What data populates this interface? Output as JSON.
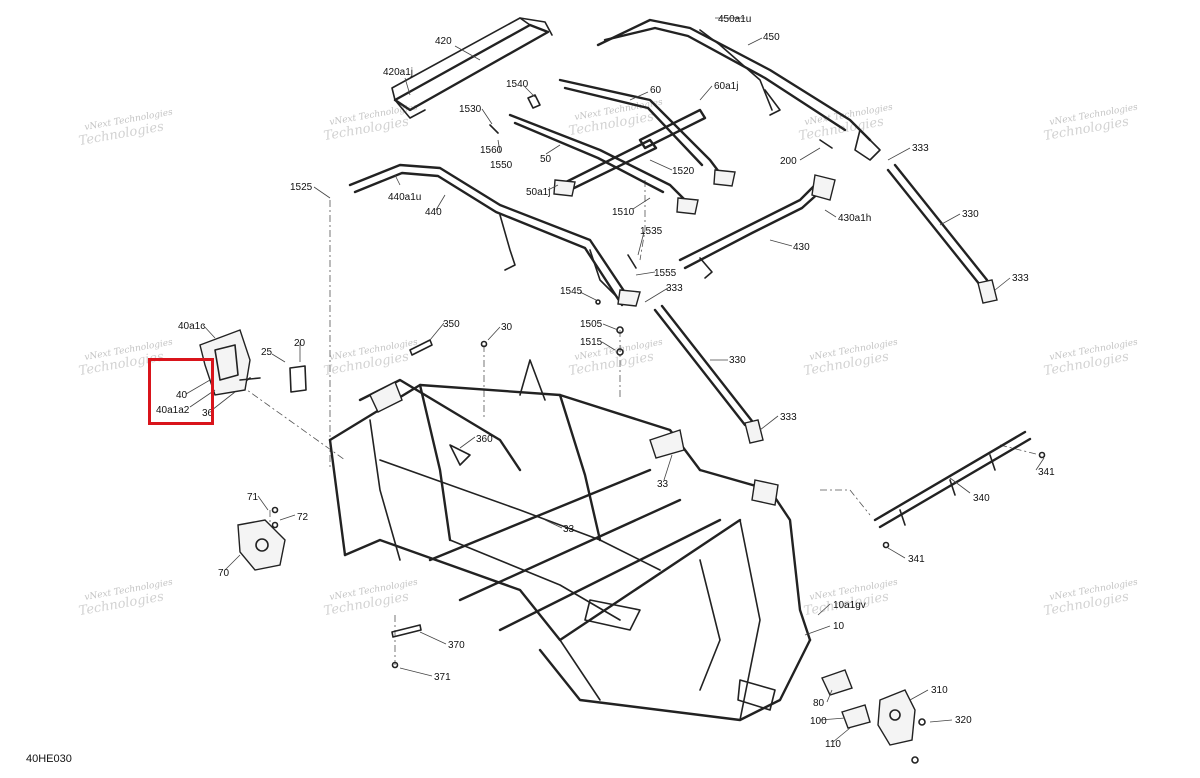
{
  "diagram_ref": "40HE030",
  "highlight_color": "#d9141b",
  "watermark": {
    "line1": "vNext Technologies",
    "line2": "Technologies"
  },
  "callouts": [
    {
      "id": "c420",
      "label": "420"
    },
    {
      "id": "c420a1j",
      "label": "420a1j"
    },
    {
      "id": "c450a1u",
      "label": "450a1u"
    },
    {
      "id": "c450",
      "label": "450"
    },
    {
      "id": "c1540",
      "label": "1540"
    },
    {
      "id": "c60",
      "label": "60"
    },
    {
      "id": "c60a1j",
      "label": "60a1j"
    },
    {
      "id": "c1530",
      "label": "1530"
    },
    {
      "id": "c1560",
      "label": "1560"
    },
    {
      "id": "c1550",
      "label": "1550"
    },
    {
      "id": "c50",
      "label": "50"
    },
    {
      "id": "c1520",
      "label": "1520"
    },
    {
      "id": "c50a1j",
      "label": "50a1j"
    },
    {
      "id": "c1510",
      "label": "1510"
    },
    {
      "id": "c200",
      "label": "200"
    },
    {
      "id": "c333a",
      "label": "333"
    },
    {
      "id": "c1525",
      "label": "1525"
    },
    {
      "id": "c440a1u",
      "label": "440a1u"
    },
    {
      "id": "c440",
      "label": "440"
    },
    {
      "id": "c430a1h",
      "label": "430a1h"
    },
    {
      "id": "c330a",
      "label": "330"
    },
    {
      "id": "c1535",
      "label": "1535"
    },
    {
      "id": "c430",
      "label": "430"
    },
    {
      "id": "c1555",
      "label": "1555"
    },
    {
      "id": "c333b",
      "label": "333"
    },
    {
      "id": "c333c",
      "label": "333"
    },
    {
      "id": "c1545",
      "label": "1545"
    },
    {
      "id": "c40a1c",
      "label": "40a1c"
    },
    {
      "id": "c350",
      "label": "350"
    },
    {
      "id": "c30",
      "label": "30"
    },
    {
      "id": "c1505",
      "label": "1505"
    },
    {
      "id": "c25",
      "label": "25"
    },
    {
      "id": "c20",
      "label": "20"
    },
    {
      "id": "c1515",
      "label": "1515"
    },
    {
      "id": "c330b",
      "label": "330"
    },
    {
      "id": "c40",
      "label": "40"
    },
    {
      "id": "c40a1a2",
      "label": "40a1a2"
    },
    {
      "id": "c36",
      "label": "36"
    },
    {
      "id": "c333d",
      "label": "333"
    },
    {
      "id": "c360",
      "label": "360"
    },
    {
      "id": "c341a",
      "label": "341"
    },
    {
      "id": "c33a",
      "label": "33"
    },
    {
      "id": "c340",
      "label": "340"
    },
    {
      "id": "c71",
      "label": "71"
    },
    {
      "id": "c72",
      "label": "72"
    },
    {
      "id": "c33b",
      "label": "33"
    },
    {
      "id": "c341b",
      "label": "341"
    },
    {
      "id": "c70",
      "label": "70"
    },
    {
      "id": "c10a1gv",
      "label": "10a1gv"
    },
    {
      "id": "c10",
      "label": "10"
    },
    {
      "id": "c370",
      "label": "370"
    },
    {
      "id": "c371",
      "label": "371"
    },
    {
      "id": "c310",
      "label": "310"
    },
    {
      "id": "c80",
      "label": "80"
    },
    {
      "id": "c320",
      "label": "320"
    },
    {
      "id": "c100",
      "label": "100"
    },
    {
      "id": "c110",
      "label": "110"
    }
  ]
}
